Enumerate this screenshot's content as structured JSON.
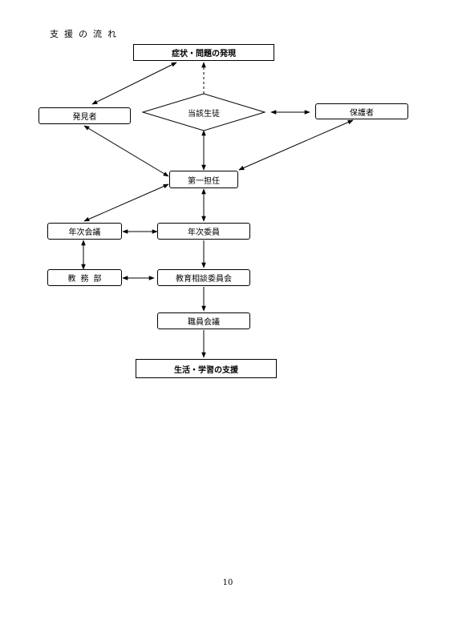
{
  "heading": "支援の流れ",
  "nodes": {
    "discovery": "症状・問題の発現",
    "student": "当該生徒",
    "finder": "発見者",
    "guardian": "保護者",
    "homeroom": "第一担任",
    "grade_meeting": "年次会議",
    "grade_committee": "年次委員",
    "academic_affairs": "教務部",
    "counseling_committee": "教育相談委員会",
    "staff_meeting": "職員会議",
    "support": "生活・学習の支援"
  },
  "page_number": "10"
}
